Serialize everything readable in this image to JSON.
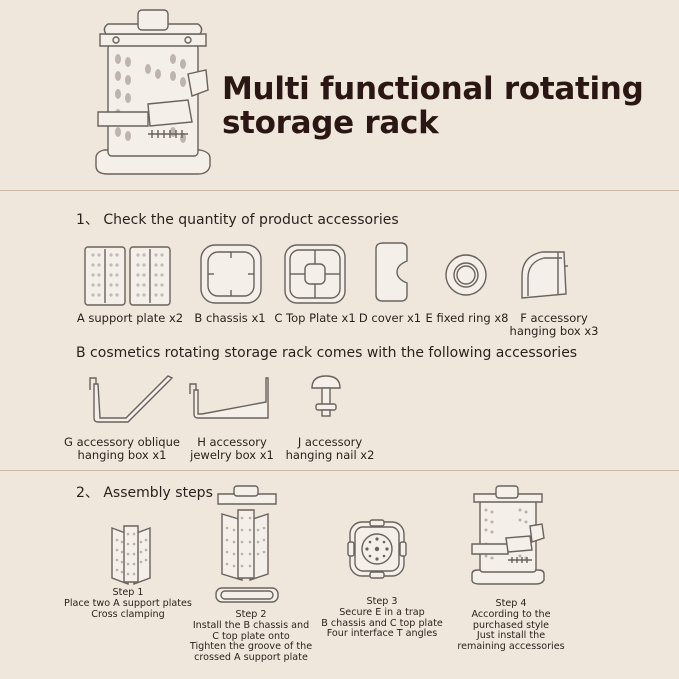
{
  "title": {
    "line1": "Multi functional rotating",
    "line2": "storage rack"
  },
  "section1": {
    "heading": "1、 Check the quantity of product accessories",
    "items": [
      {
        "label": "A support plate x2",
        "icon": "support-plate-icon"
      },
      {
        "label": "B chassis x1",
        "icon": "chassis-icon"
      },
      {
        "label": "C Top Plate x1",
        "icon": "top-plate-icon"
      },
      {
        "label": "D cover x1",
        "icon": "cover-icon"
      },
      {
        "label": "E fixed ring x8",
        "icon": "fixed-ring-icon"
      },
      {
        "label": "F accessory",
        "label2": "hanging  box x3",
        "icon": "hanging-box-icon"
      }
    ]
  },
  "section_b": {
    "heading": "B cosmetics rotating storage rack comes with the following accessories",
    "items": [
      {
        "label": "G accessory oblique",
        "label2": "hanging box x1",
        "icon": "oblique-hanging-box-icon"
      },
      {
        "label": "H accessory",
        "label2": "jewelry box x1",
        "icon": "jewelry-box-icon"
      },
      {
        "label": "J accessory",
        "label2": "hanging nail x2",
        "icon": "hanging-nail-icon"
      }
    ]
  },
  "section2": {
    "heading": "2、 Assembly steps",
    "steps": [
      {
        "title": "Step 1",
        "lines": [
          "Place two A support plates",
          "Cross clamping"
        ]
      },
      {
        "title": "Step 2",
        "lines": [
          "Install the B chassis and",
          "C top plate onto",
          "Tighten the groove of the",
          "crossed A support plate"
        ]
      },
      {
        "title": "Step 3",
        "lines": [
          "Secure E in a trap",
          "B chassis and C top plate",
          "Four interface T angles"
        ]
      },
      {
        "title": "Step 4",
        "lines": [
          "According to the",
          "purchased style",
          "Just install the",
          "remaining accessories"
        ]
      }
    ]
  }
}
